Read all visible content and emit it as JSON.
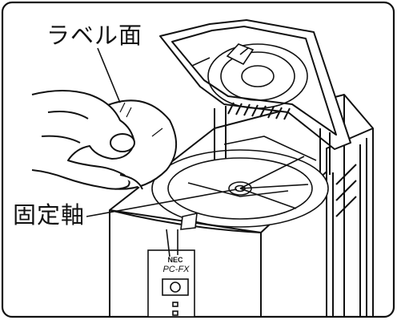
{
  "labels": {
    "label_face": "ラベル面",
    "fixed_shaft": "固定軸"
  },
  "device": {
    "brand": "NEC",
    "model": "PC-FX"
  },
  "colors": {
    "ink": "#111111",
    "paper": "#ffffff"
  }
}
